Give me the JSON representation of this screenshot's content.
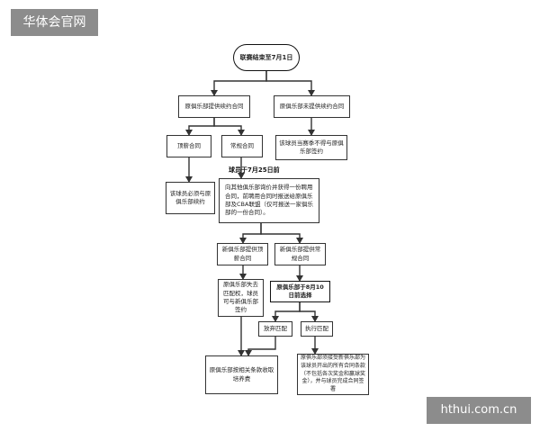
{
  "watermarks": {
    "top_left": "华体会官网",
    "bottom_right": "hthui.com.cn"
  },
  "nodes": {
    "start": "联赛结束至7月1日",
    "club_offers": "原俱乐部提供续约合同",
    "club_not_offer": "原俱乐部未提供续约合同",
    "top_contract": "顶薪合同",
    "regular_contract": "常规合同",
    "no_sign_original": "该球员当赛季不得与原俱乐部签约",
    "must_renew": "该球员必须与原俱乐部续约",
    "deadline_label": "球员于7月25日前",
    "seek_offer": "向其他俱乐部询价并获得一份聘用合同，前聘用合同时报送给原俱乐部及CBA联盟（仅可报送一家俱乐部的一份合同）。",
    "new_club_top": "新俱乐部提供顶薪合同",
    "new_club_regular": "新俱乐部提供常规合同",
    "loses_match_right": "原俱乐部失去匹配权，球员可与新俱乐部签约",
    "choose_by_aug10": "原俱乐部于8月10日前选择",
    "give_up_match": "放弃匹配",
    "execute_match": "执行匹配",
    "get_training_fee": "原俱乐部按相关条款收取培养费",
    "accept_terms": "原俱乐部须接受新俱乐部为该球员开出的所有合同条款（不包括各次奖金和赢球奖金），并与球员完成合同签署"
  }
}
